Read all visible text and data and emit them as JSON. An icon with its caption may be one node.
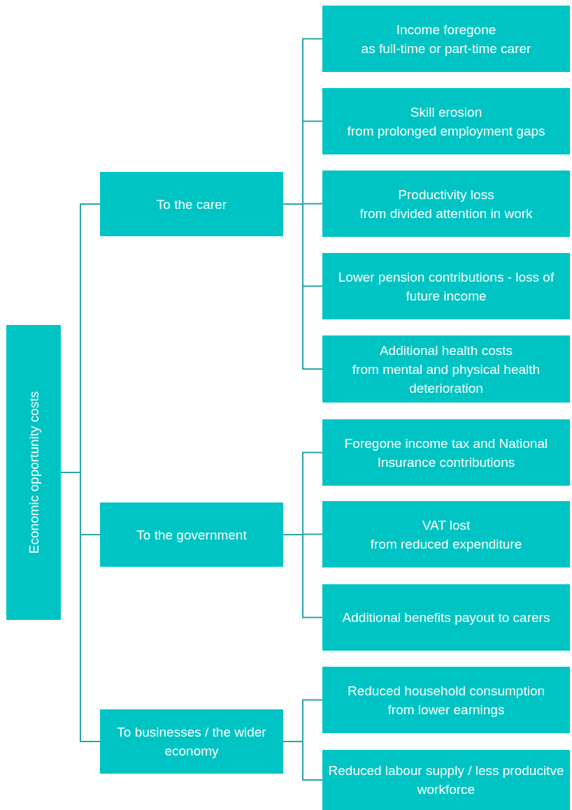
{
  "diagram": {
    "nodes": [
      {
        "text": [
          "Economic opportunity costs"
        ]
      },
      {
        "text": [
          "To the carer"
        ]
      },
      {
        "text": [
          "To the government"
        ]
      },
      {
        "text": [
          "To businesses / the wider economy"
        ]
      },
      {
        "text": [
          "Income foregone",
          "as full-time or part-time carer"
        ]
      },
      {
        "text": [
          "Skill erosion",
          "from prolonged employment gaps"
        ]
      },
      {
        "text": [
          "Productivity loss",
          "from divided attention in work"
        ]
      },
      {
        "text": [
          "Lower pension contributions - loss of future income"
        ]
      },
      {
        "text": [
          "Additional health costs",
          "from mental and physical health deterioration"
        ]
      },
      {
        "text": [
          "Foregone income tax and National Insurance contributions"
        ]
      },
      {
        "text": [
          "VAT lost",
          "from reduced expenditure"
        ]
      },
      {
        "text": [
          "Additional benefits payout to carers"
        ]
      },
      {
        "text": [
          "Reduced household consumption",
          "from lower earnings"
        ]
      },
      {
        "text": [
          "Reduced labour supply / less producitve workforce"
        ]
      }
    ],
    "edges": [
      {
        "from": 0,
        "to": 1,
        "arrow": "none"
      },
      {
        "from": 0,
        "to": 2,
        "arrow": "none"
      },
      {
        "from": 0,
        "to": 3,
        "arrow": "none"
      },
      {
        "from": 1,
        "to": 4,
        "arrow": "none"
      },
      {
        "from": 1,
        "to": 5,
        "arrow": "none"
      },
      {
        "from": 1,
        "to": 6,
        "arrow": "none"
      },
      {
        "from": 1,
        "to": 7,
        "arrow": "none"
      },
      {
        "from": 1,
        "to": 8,
        "arrow": "none"
      },
      {
        "from": 2,
        "to": 9,
        "arrow": "none"
      },
      {
        "from": 2,
        "to": 10,
        "arrow": "none"
      },
      {
        "from": 2,
        "to": 11,
        "arrow": "none"
      },
      {
        "from": 3,
        "to": 12,
        "arrow": "none"
      },
      {
        "from": 3,
        "to": 13,
        "arrow": "none"
      }
    ]
  }
}
